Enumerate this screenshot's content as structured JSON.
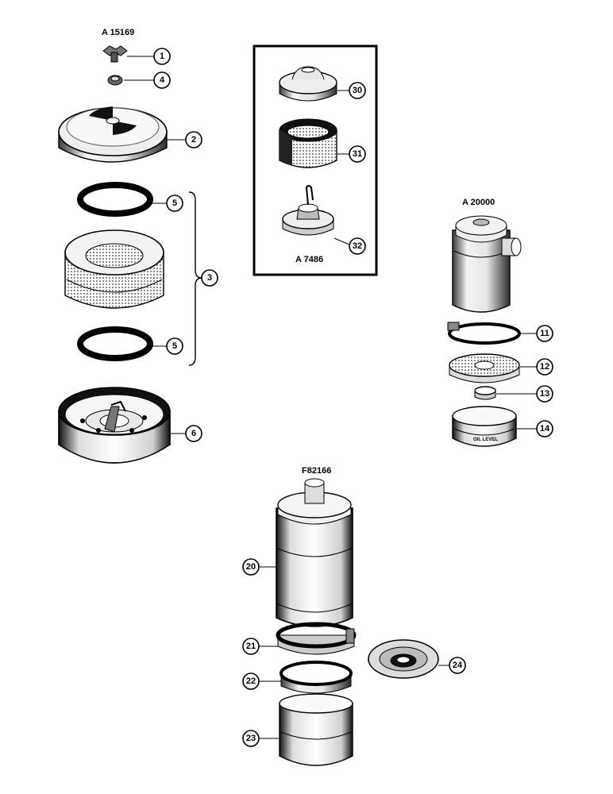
{
  "assembly_labels": {
    "a15169": "A 15169",
    "a7486": "A 7486",
    "a20000": "A 20000",
    "f82166": "F82166"
  },
  "callouts": {
    "c1": "1",
    "c2": "2",
    "c3": "3",
    "c4": "4",
    "c5a": "5",
    "c5b": "5",
    "c6": "6",
    "c11": "11",
    "c12": "12",
    "c13": "13",
    "c14": "14",
    "c20": "20",
    "c21": "21",
    "c22": "22",
    "c23": "23",
    "c24": "24",
    "c30": "30",
    "c31": "31",
    "c32": "32"
  },
  "part_text": {
    "oil_level": "OIL LEVEL"
  }
}
